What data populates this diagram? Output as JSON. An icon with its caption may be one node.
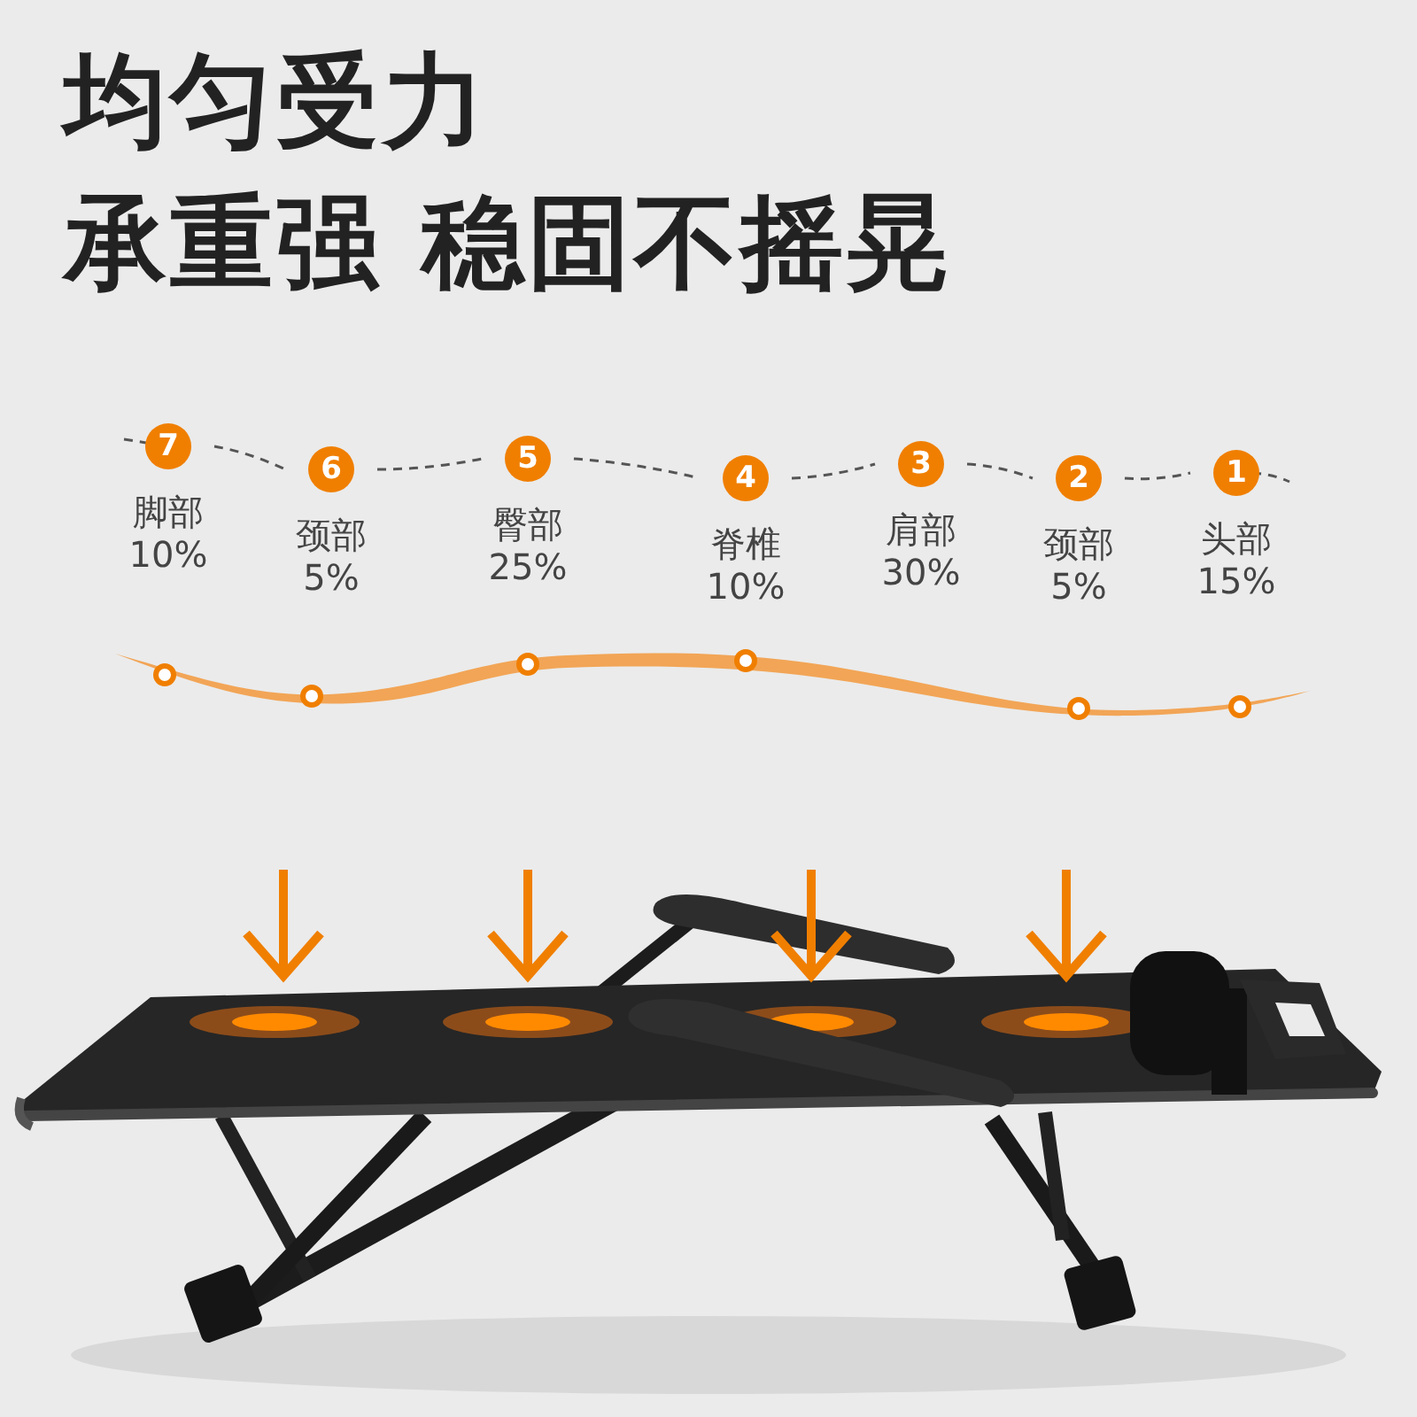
{
  "diagram": {
    "title": "均匀受力",
    "nodes": [
      {
        "text": [
          "7",
          "脚部",
          "10%"
        ]
      },
      {
        "text": [
          "6",
          "颈部",
          "5%"
        ]
      },
      {
        "text": [
          "5",
          "臀部",
          "25%"
        ]
      },
      {
        "text": [
          "4",
          "脊椎",
          "10%"
        ]
      },
      {
        "text": [
          "3",
          "肩部",
          "30%"
        ]
      },
      {
        "text": [
          "2",
          "颈部",
          "5%"
        ]
      },
      {
        "text": [
          "1",
          "头部",
          "15%"
        ]
      }
    ],
    "edges": [
      {
        "from": 0,
        "to": 1,
        "arrow": "none",
        "style": "dashed"
      },
      {
        "from": 1,
        "to": 2,
        "arrow": "none",
        "style": "dashed"
      },
      {
        "from": 2,
        "to": 3,
        "arrow": "none",
        "style": "dashed"
      },
      {
        "from": 3,
        "to": 4,
        "arrow": "none",
        "style": "dashed"
      },
      {
        "from": 4,
        "to": 5,
        "arrow": "none",
        "style": "dashed"
      },
      {
        "from": 5,
        "to": 6,
        "arrow": "none",
        "style": "dashed"
      }
    ],
    "labels": [
      "承重强 稳固不摇晃"
    ]
  }
}
